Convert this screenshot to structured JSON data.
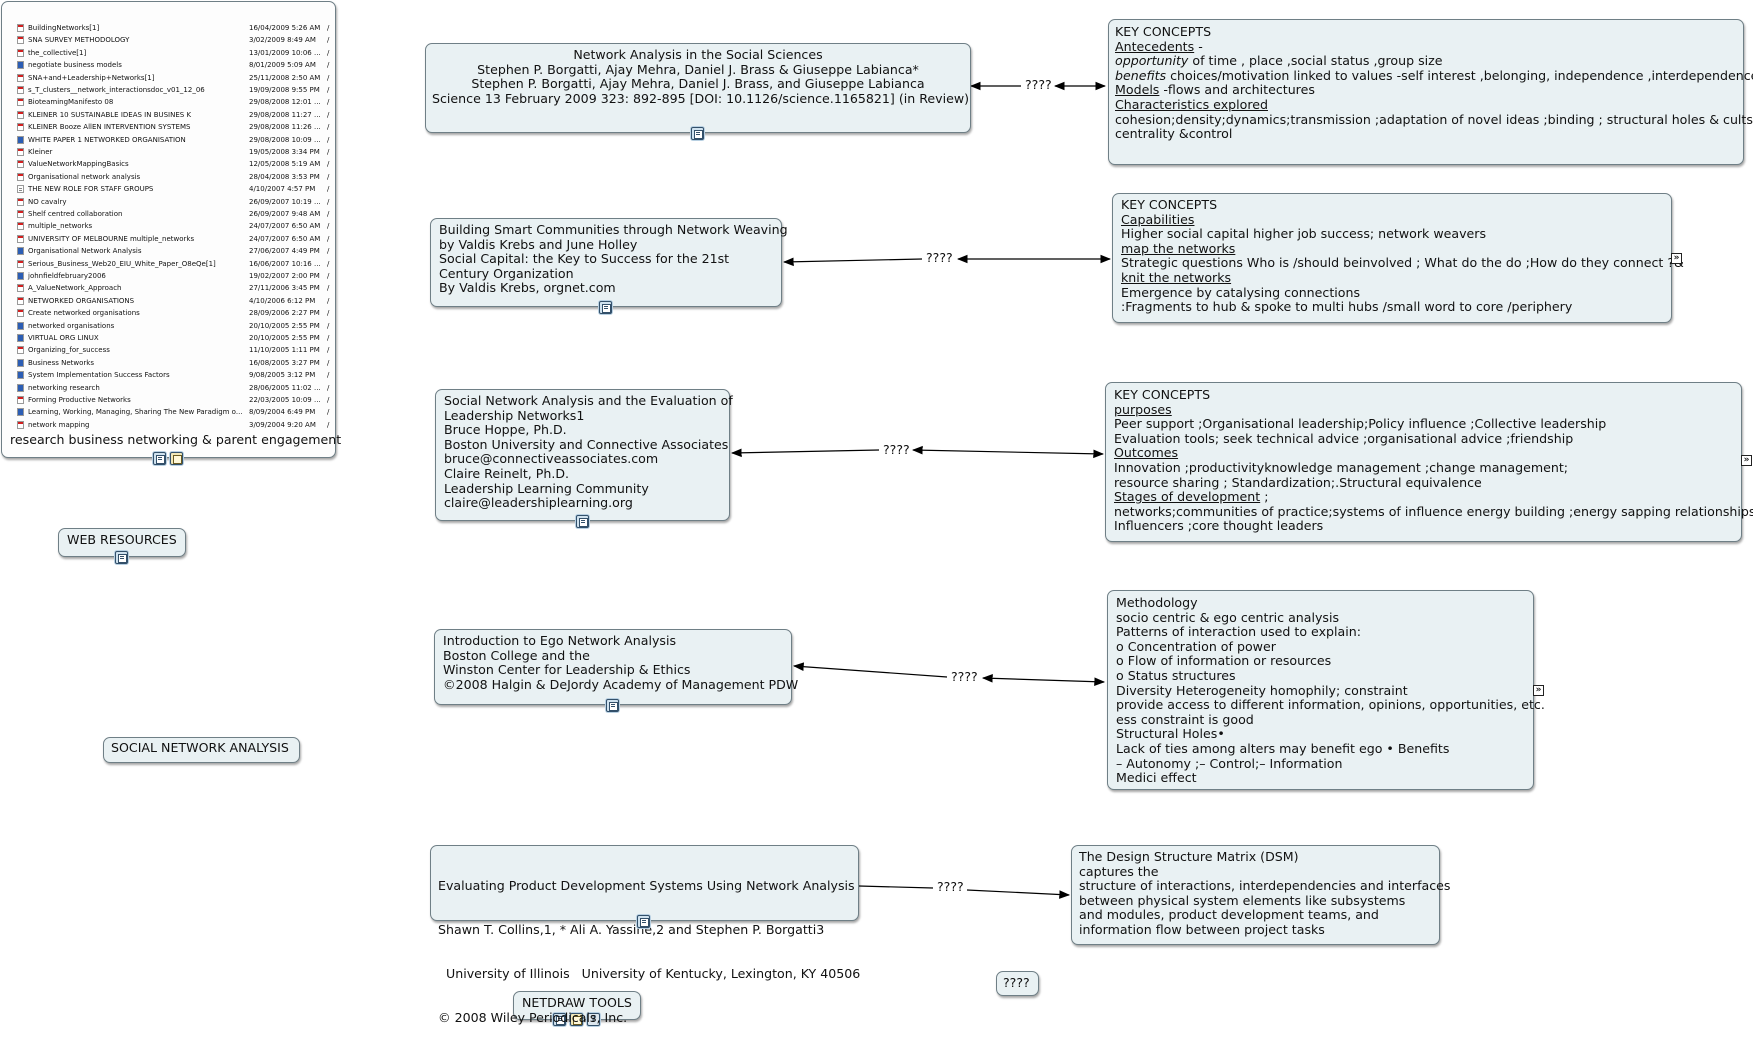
{
  "filelist": {
    "files": [
      {
        "name": "BuildingNetworks[1]",
        "date": "16/04/2009 5:26 AM",
        "icon": "pdf"
      },
      {
        "name": "SNA SURVEY METHODOLOGY",
        "date": "3/02/2009 8:49 AM",
        "icon": "pdf"
      },
      {
        "name": "the_collective[1]",
        "date": "13/01/2009 10:06 ...",
        "icon": "pdf"
      },
      {
        "name": "negotiate business models",
        "date": "8/01/2009 5:09 AM",
        "icon": "word"
      },
      {
        "name": "SNA+and+Leadership+Networks[1]",
        "date": "25/11/2008 2:50 AM",
        "icon": "pdf"
      },
      {
        "name": "s_T_clusters__network_interactionsdoc_v01_12_06",
        "date": "19/09/2008 9:55 PM",
        "icon": "pdf"
      },
      {
        "name": "BioteamingManifesto 08",
        "date": "29/08/2008 12:01 ...",
        "icon": "pdf"
      },
      {
        "name": "KLEINER 10 SUSTAINABLE IDEAS IN BUSINES K",
        "date": "29/08/2008 11:27 ...",
        "icon": "pdf"
      },
      {
        "name": "KLEINER Booze AllEN INTERVENTION SYSTEMS",
        "date": "29/08/2008 11:26 ...",
        "icon": "pdf"
      },
      {
        "name": "WHITE PAPER 1 NETWORKED ORGANISATION",
        "date": "29/08/2008 10:09 ...",
        "icon": "word"
      },
      {
        "name": "Kleiner",
        "date": "19/05/2008 3:34 PM",
        "icon": "pdf"
      },
      {
        "name": "ValueNetworkMappingBasics",
        "date": "12/05/2008 5:19 AM",
        "icon": "pdf"
      },
      {
        "name": "Organisational network analysis",
        "date": "28/04/2008 3:53 PM",
        "icon": "pdf"
      },
      {
        "name": "THE NEW ROLE FOR STAFF GROUPS",
        "date": "4/10/2007 4:57 PM",
        "icon": "txt"
      },
      {
        "name": "NO cavalry",
        "date": "26/09/2007 10:19 ...",
        "icon": "pdf"
      },
      {
        "name": "Shelf centred collaboration",
        "date": "26/09/2007 9:48 AM",
        "icon": "pdf"
      },
      {
        "name": "multiple_networks",
        "date": "24/07/2007 6:50 AM",
        "icon": "pdf"
      },
      {
        "name": "UNIVERSITY OF MELBOURNE multiple_networks",
        "date": "24/07/2007 6:50 AM",
        "icon": "pdf"
      },
      {
        "name": "Organisational Network Analysis",
        "date": "27/06/2007 4:49 PM",
        "icon": "word"
      },
      {
        "name": "Serious_Business_Web20_EIU_White_Paper_O8eQe[1]",
        "date": "16/06/2007 10:16 ...",
        "icon": "pdf"
      },
      {
        "name": "johnfieldfebruary2006",
        "date": "19/02/2007 2:00 PM",
        "icon": "word"
      },
      {
        "name": "A_ValueNetwork_Approach",
        "date": "27/11/2006 3:45 PM",
        "icon": "pdf"
      },
      {
        "name": "NETWORKED ORGANISATIONS",
        "date": "4/10/2006 6:12 PM",
        "icon": "pdf"
      },
      {
        "name": "Create networked organisations",
        "date": "28/09/2006 2:27 PM",
        "icon": "pdf"
      },
      {
        "name": "networked organisations",
        "date": "20/10/2005 2:55 PM",
        "icon": "word"
      },
      {
        "name": "VIRTUAL ORG LINUX",
        "date": "20/10/2005 2:55 PM",
        "icon": "word"
      },
      {
        "name": "Organizing_for_success",
        "date": "11/10/2005 1:11 PM",
        "icon": "pdf"
      },
      {
        "name": "Business Networks",
        "date": "16/08/2005 3:27 PM",
        "icon": "word"
      },
      {
        "name": "System Implementation Success Factors",
        "date": "9/08/2005 3:12 PM",
        "icon": "word"
      },
      {
        "name": "networking research",
        "date": "28/06/2005 11:02 ...",
        "icon": "word"
      },
      {
        "name": "Forming Productive Networks",
        "date": "22/03/2005 10:09 ...",
        "icon": "pdf"
      },
      {
        "name": "Learning, Working, Managing, Sharing The New Paradigm o...",
        "date": "8/09/2004 6:49 PM",
        "icon": "word"
      },
      {
        "name": "network mapping",
        "date": "3/09/2004 9:20 AM",
        "icon": "pdf"
      }
    ],
    "caption": "research business networking & parent engagement"
  },
  "topics": {
    "web_resources": "WEB RESOURCES",
    "social_network_analysis": "SOCIAL NETWORK ANALYSIS",
    "netdraw_tools": "NETDRAW TOOLS",
    "floating_unknown": "????"
  },
  "relationship_label": "????",
  "papers": {
    "borgatti": {
      "lines": [
        "Network Analysis in the Social Sciences",
        "Stephen P. Borgatti, Ajay Mehra, Daniel J. Brass & Giuseppe Labianca*",
        "Stephen P. Borgatti, Ajay Mehra, Daniel J. Brass, and Giuseppe Labianca",
        "Science 13 February 2009 323: 892-895 [DOI: 10.1126/science.1165821] (in Review)"
      ]
    },
    "krebs": {
      "lines": [
        "Building Smart Communities through Network Weaving",
        "by Valdis Krebs and June Holley",
        "Social Capital: the Key to Success for the 21st",
        "Century Organization",
        "By Valdis Krebs, orgnet.com"
      ]
    },
    "hoppe": {
      "lines": [
        "Social Network Analysis and the Evaluation of",
        "Leadership Networks1",
        "Bruce Hoppe, Ph.D.",
        "Boston University and Connective Associates",
        "bruce@connectiveassociates.com",
        "Claire Reinelt, Ph.D.",
        "Leadership Learning Community",
        "claire@leadershiplearning.org"
      ]
    },
    "ego": {
      "lines": [
        "Introduction to Ego Network Analysis",
        "Boston College and the",
        "Winston Center for Leadership & Ethics",
        "©2008 Halgin & DeJordy Academy of Management PDW"
      ]
    },
    "collins": {
      "lines": [
        "Evaluating Product Development Systems Using Network Analysis",
        "Shawn T. Collins,1, * Ali A. Yassine,2 and Stephen P. Borgatti3",
        "  University of Illinois   University of Kentucky, Lexington, KY 40506",
        "© 2008 Wiley Periodicals, Inc."
      ]
    }
  },
  "concepts": {
    "c1": {
      "title": "KEY CONCEPTS",
      "antecedents_label": "Antecedents",
      "antecedents_text": " -",
      "opportunity_label": "opportunity",
      "opportunity_text": "  of time , place ,social status ,group size",
      "benefits_label": "benefits",
      "benefits_text": "  choices/motivation linked to values -self interest ,belonging, independence ,interdependence",
      "models_label": "Models",
      "models_text": " -flows and architectures",
      "characteristics_label": "Characteristics explored ",
      "line6": "cohesion;density;dynamics;transmission ;adaptation of novel ideas ;binding ; structural holes & cults",
      "line7": "centrality &control"
    },
    "c2": {
      "title": "KEY CONCEPTS",
      "capabilities_label": "Capabilities",
      "line2": "Higher social capital higher job success; network weavers",
      "map_label": "map the networks",
      "line4": "Strategic questions Who is /should beinvolved ; What do the do ;How do they connect ?&",
      "knit_label": "knit the networks ",
      "line6": "Emergence by catalysing connections",
      "line7": ":Fragments  to hub & spoke to multi hubs /small word to core /periphery"
    },
    "c3": {
      "title": "KEY CONCEPTS",
      "purposes_label": "purposes",
      "line2": "Peer support ;Organisational leadership;Policy influence ;Collective leadership",
      "line3": "Evaluation tools; seek technical advice ;organisational advice ;friendship",
      "outcomes_label": "Outcomes",
      "line5": "Innovation ;productivityknowledge management ;change management;",
      "line6": "resource sharing ; Standardization;.Structural equivalence",
      "stages_label": "Stages of development",
      "stages_text": " ;",
      "line8": "networks;communities of practice;systems of influence energy building ;energy sapping relationships",
      "line9": "Influencers ;core thought leaders"
    },
    "c4": {
      "lines": [
        "Methodology",
        "socio centric & ego centric analysis",
        "Patterns of interaction used to explain:",
        "o Concentration of power",
        "o Flow of information or resources",
        "o Status structures",
        "Diversity Heterogeneity homophily; constraint",
        "provide access to different information, opinions, opportunities, etc.",
        "ess constraint is good",
        "Structural Holes•",
        " Lack of ties among alters may benefit ego • Benefits",
        "– Autonomy ;– Control;– Information",
        "Medici effect"
      ]
    },
    "c5": {
      "lines": [
        "The Design Structure Matrix (DSM)",
        "captures the",
        "structure of interactions, interdependencies and interfaces",
        "between physical system elements like subsystems",
        "and modules, product development teams, and",
        "information flow between project tasks"
      ]
    }
  },
  "colors": {
    "node_fill": "#e9f1f3",
    "node_border": "#6f7f86",
    "link": "#000000"
  }
}
